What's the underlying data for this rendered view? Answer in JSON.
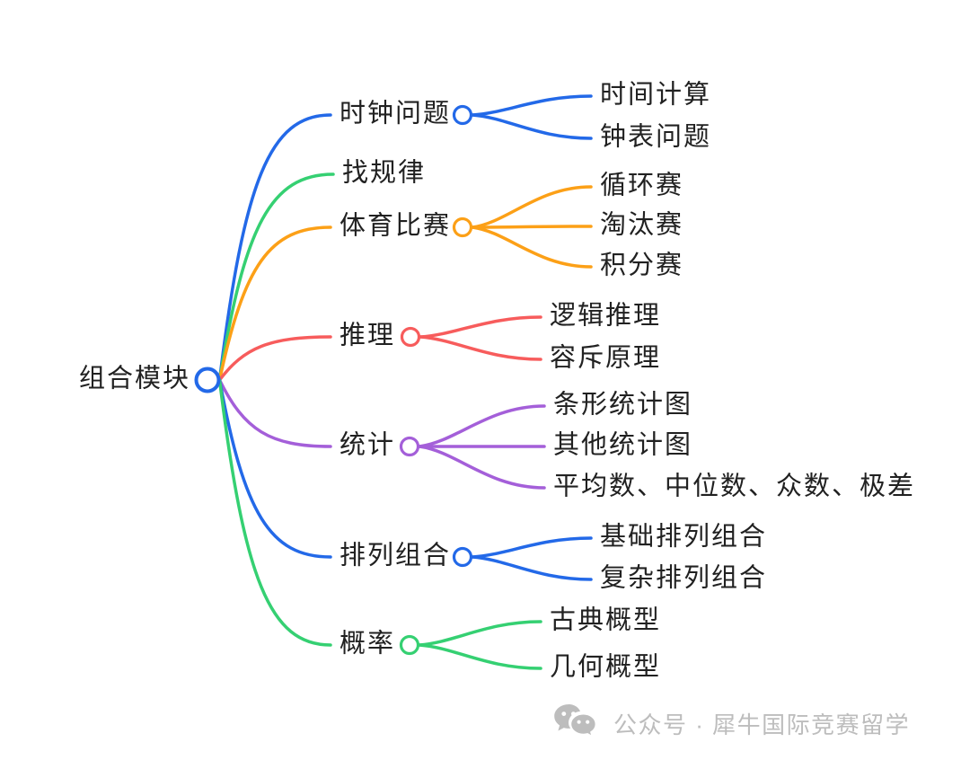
{
  "diagram": {
    "root": {
      "label": "组合模块",
      "color": "#2369E8"
    },
    "branches": [
      {
        "label": "时钟问题",
        "color": "#2369E8",
        "children": [
          {
            "label": "时间计算"
          },
          {
            "label": "钟表问题"
          }
        ]
      },
      {
        "label": "找规律",
        "color": "#35D072",
        "children": []
      },
      {
        "label": "体育比赛",
        "color": "#FCA017",
        "children": [
          {
            "label": "循环赛"
          },
          {
            "label": "淘汰赛"
          },
          {
            "label": "积分赛"
          }
        ]
      },
      {
        "label": "推理",
        "color": "#F75C5C",
        "children": [
          {
            "label": "逻辑推理"
          },
          {
            "label": "容斥原理"
          }
        ]
      },
      {
        "label": "统计",
        "color": "#A45FD9",
        "children": [
          {
            "label": "条形统计图"
          },
          {
            "label": "其他统计图"
          },
          {
            "label": "平均数、中位数、众数、极差"
          }
        ]
      },
      {
        "label": "排列组合",
        "color": "#2369E8",
        "children": [
          {
            "label": "基础排列组合"
          },
          {
            "label": "复杂排列组合"
          }
        ]
      },
      {
        "label": "概率",
        "color": "#35D072",
        "children": [
          {
            "label": "古典概型"
          },
          {
            "label": "几何概型"
          }
        ]
      }
    ],
    "text_color": "#212121"
  },
  "watermark": {
    "icon": "wechat-icon",
    "text": "公众号 · 犀牛国际竞赛留学",
    "color": "#bdbdbd"
  }
}
